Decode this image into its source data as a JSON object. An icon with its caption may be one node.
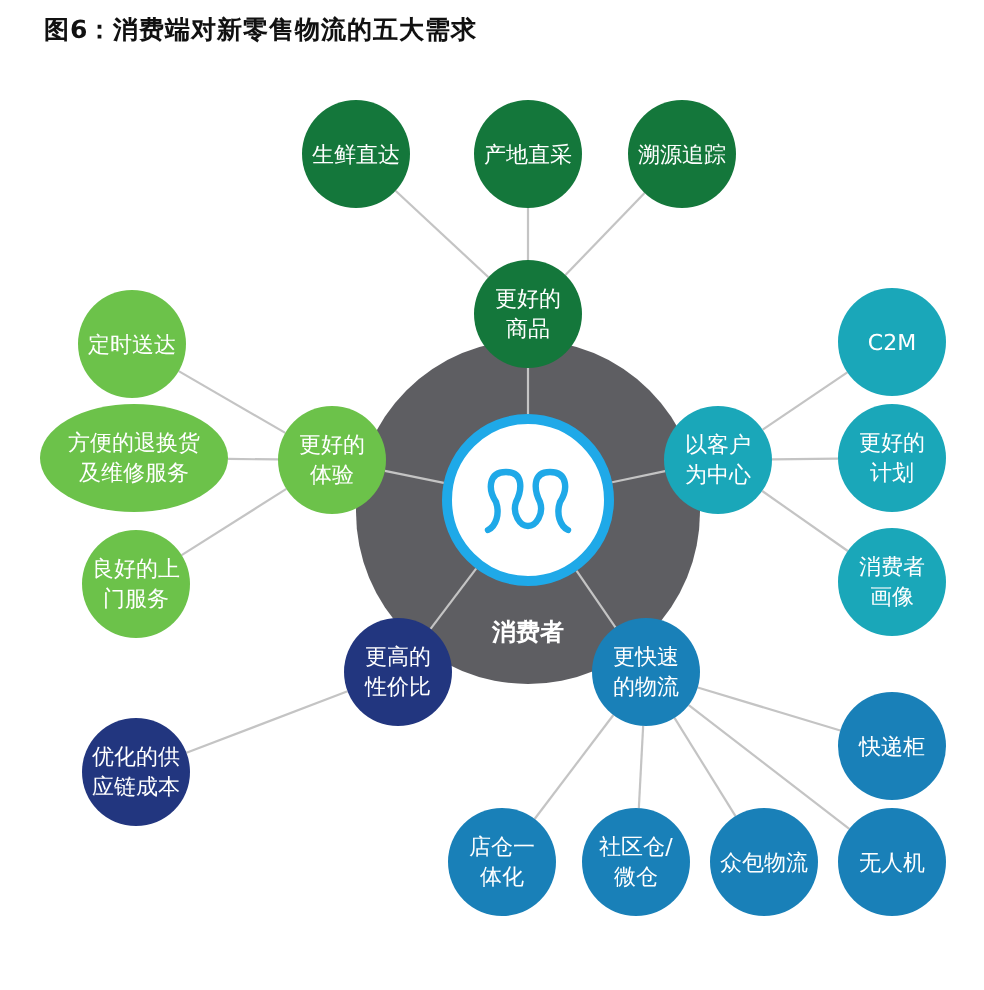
{
  "diagram": {
    "title": "图6：消费端对新零售物流的五大需求",
    "nodes": [
      {
        "text": [
          "消费者"
        ]
      },
      {
        "text": [],
        "shape": "circle",
        "in": 0
      },
      {
        "text": [
          "更好的商品"
        ]
      },
      {
        "text": [
          "生鲜直达"
        ]
      },
      {
        "text": [
          "产地直采"
        ]
      },
      {
        "text": [
          "溯源追踪"
        ]
      },
      {
        "text": [
          "更好的体验"
        ]
      },
      {
        "text": [
          "定时送达"
        ]
      },
      {
        "text": [
          "方便的退换货及维修服务"
        ]
      },
      {
        "text": [
          "良好的上门服务"
        ]
      },
      {
        "text": [
          "以客户为中心"
        ]
      },
      {
        "text": [
          "C2M"
        ]
      },
      {
        "text": [
          "更好的计划"
        ]
      },
      {
        "text": [
          "消费者画像"
        ]
      },
      {
        "text": [
          "更高的性价比"
        ]
      },
      {
        "text": [
          "优化的供应链成本"
        ]
      },
      {
        "text": [
          "更快速的物流"
        ]
      },
      {
        "text": [
          "快递柜"
        ]
      },
      {
        "text": [
          "店仓一体化"
        ]
      },
      {
        "text": [
          "社区仓/微仓"
        ]
      },
      {
        "text": [
          "众包物流"
        ]
      },
      {
        "text": [
          "无人机"
        ]
      }
    ],
    "edges": [
      {
        "from": 1,
        "to": 2,
        "arrow": "none"
      },
      {
        "from": 1,
        "to": 6,
        "arrow": "none"
      },
      {
        "from": 1,
        "to": 10,
        "arrow": "none"
      },
      {
        "from": 1,
        "to": 14,
        "arrow": "none"
      },
      {
        "from": 1,
        "to": 16,
        "arrow": "none"
      },
      {
        "from": 2,
        "to": 3,
        "arrow": "none"
      },
      {
        "from": 2,
        "to": 4,
        "arrow": "none"
      },
      {
        "from": 2,
        "to": 5,
        "arrow": "none"
      },
      {
        "from": 6,
        "to": 7,
        "arrow": "none"
      },
      {
        "from": 6,
        "to": 8,
        "arrow": "none"
      },
      {
        "from": 6,
        "to": 9,
        "arrow": "none"
      },
      {
        "from": 10,
        "to": 11,
        "arrow": "none"
      },
      {
        "from": 10,
        "to": 12,
        "arrow": "none"
      },
      {
        "from": 10,
        "to": 13,
        "arrow": "none"
      },
      {
        "from": 14,
        "to": 15,
        "arrow": "none"
      },
      {
        "from": 16,
        "to": 17,
        "arrow": "none"
      },
      {
        "from": 16,
        "to": 18,
        "arrow": "none"
      },
      {
        "from": 16,
        "to": 19,
        "arrow": "none"
      },
      {
        "from": 16,
        "to": 20,
        "arrow": "none"
      },
      {
        "from": 16,
        "to": 21,
        "arrow": "none"
      }
    ]
  }
}
